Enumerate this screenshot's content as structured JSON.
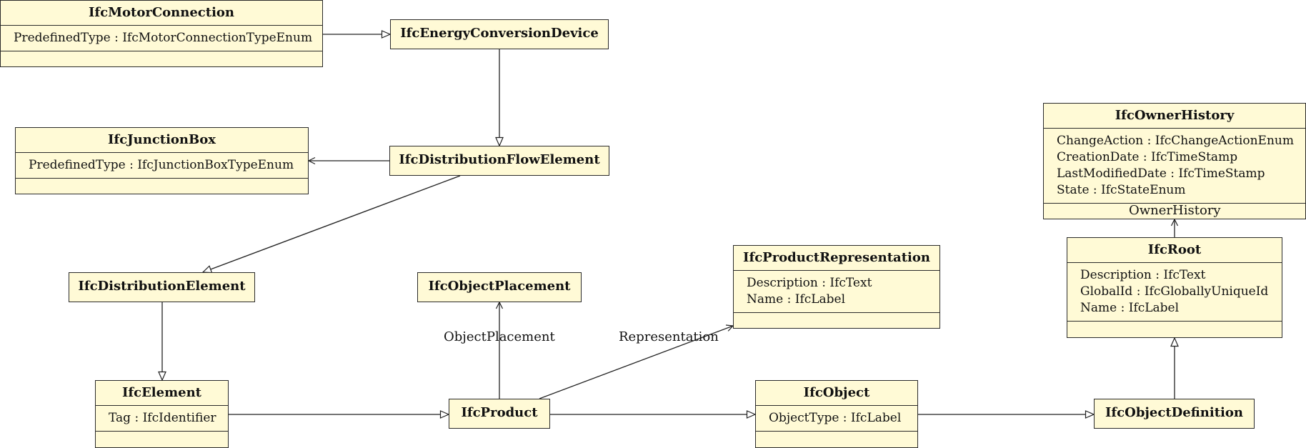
{
  "classes": {
    "motor_connection": {
      "name": "IfcMotorConnection",
      "attrs": [
        "PredefinedType : IfcMotorConnectionTypeEnum"
      ]
    },
    "energy_conversion_device": {
      "name": "IfcEnergyConversionDevice",
      "attrs": []
    },
    "junction_box": {
      "name": "IfcJunctionBox",
      "attrs": [
        "PredefinedType : IfcJunctionBoxTypeEnum"
      ]
    },
    "distribution_flow_element": {
      "name": "IfcDistributionFlowElement",
      "attrs": []
    },
    "owner_history": {
      "name": "IfcOwnerHistory",
      "attrs": [
        "ChangeAction : IfcChangeActionEnum",
        "CreationDate : IfcTimeStamp",
        "LastModifiedDate : IfcTimeStamp",
        "State : IfcStateEnum"
      ]
    },
    "root": {
      "name": "IfcRoot",
      "attrs": [
        "Description : IfcText",
        "GlobalId : IfcGloballyUniqueId",
        "Name : IfcLabel"
      ]
    },
    "distribution_element": {
      "name": "IfcDistributionElement",
      "attrs": []
    },
    "object_placement": {
      "name": "IfcObjectPlacement",
      "attrs": []
    },
    "product_representation": {
      "name": "IfcProductRepresentation",
      "attrs": [
        "Description : IfcText",
        "Name : IfcLabel"
      ]
    },
    "element": {
      "name": "IfcElement",
      "attrs": [
        "Tag : IfcIdentifier"
      ]
    },
    "product": {
      "name": "IfcProduct",
      "attrs": []
    },
    "object": {
      "name": "IfcObject",
      "attrs": [
        "ObjectType : IfcLabel"
      ]
    },
    "object_definition": {
      "name": "IfcObjectDefinition",
      "attrs": []
    }
  },
  "associations": {
    "object_placement_label": "ObjectPlacement",
    "representation_label": "Representation",
    "owner_history_label": "OwnerHistory"
  }
}
